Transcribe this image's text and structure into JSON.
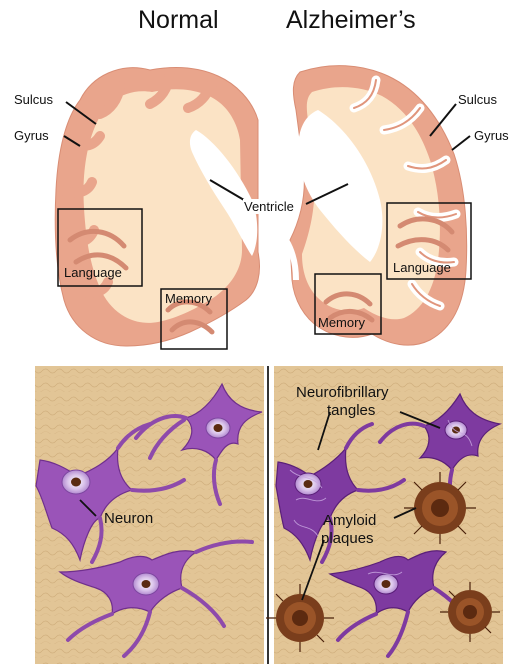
{
  "titles": {
    "left": "Normal",
    "right": "Alzheimer’s"
  },
  "brain_labels": {
    "sulcus_left": "Sulcus",
    "gyrus_left": "Gyrus",
    "ventricle": "Ventricle",
    "language_left": "Language",
    "memory_left": "Memory",
    "sulcus_right": "Sulcus",
    "gyrus_right": "Gyrus",
    "language_right": "Language",
    "memory_right": "Memory"
  },
  "cell_labels": {
    "neuron": "Neuron",
    "tangles_line1": "Neurofibrillary",
    "tangles_line2": "tangles",
    "plaques_line1": "Amyloid",
    "plaques_line2": "plaques"
  },
  "colors": {
    "cortex": "#e9a58c",
    "white_matter": "#fbe3c5",
    "ventricle": "#ffffff",
    "tissue_bg": "#e2c596",
    "neuron": "#9a54b8",
    "neuron_dark": "#6f2f8d",
    "plaque": "#7a3e1c"
  }
}
